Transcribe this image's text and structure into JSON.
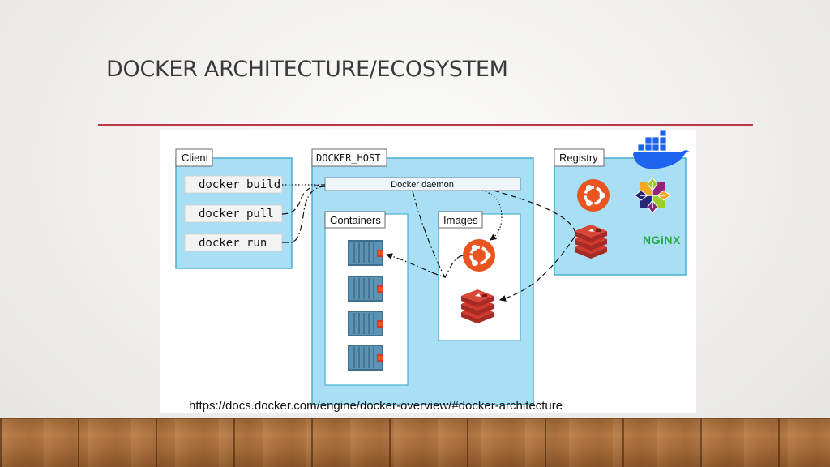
{
  "slide": {
    "title": "DOCKER ARCHITECTURE/ECOSYSTEM",
    "source_caption": "https://docs.docker.com/engine/docker-overview/#docker-architecture"
  },
  "diagram": {
    "client": {
      "label": "Client",
      "commands": [
        "docker build",
        "docker pull",
        "docker run"
      ]
    },
    "docker_host": {
      "label": "DOCKER_HOST",
      "daemon_label": "Docker daemon",
      "containers_label": "Containers",
      "images_label": "Images"
    },
    "registry": {
      "label": "Registry",
      "nginx_label": "NGiNX"
    }
  },
  "colors": {
    "title_rule": "#c0354a",
    "box_fill": "#a9dff4",
    "box_stroke": "#4aaed0",
    "ubuntu_orange": "#e95420",
    "redis_red": "#d2382c",
    "container_blue": "#5b93b4",
    "nginx_green": "#27a844"
  }
}
